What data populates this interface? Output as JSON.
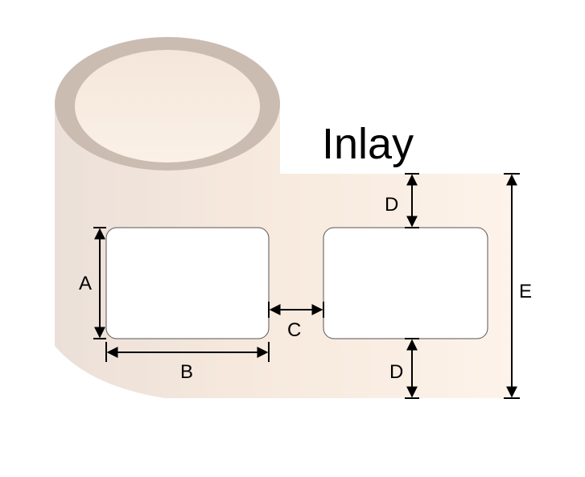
{
  "title": "Inlay",
  "dimensions": {
    "a": "A",
    "b": "B",
    "c": "C",
    "d_top": "D",
    "d_bottom": "D",
    "e": "E"
  },
  "colors": {
    "roll_ring": "#cbbcb2",
    "roll_body_left": "#ece0d8",
    "roll_body_right": "#fbefe3",
    "core": "#f7eadd",
    "label": "#ffffff",
    "line": "#000000"
  }
}
